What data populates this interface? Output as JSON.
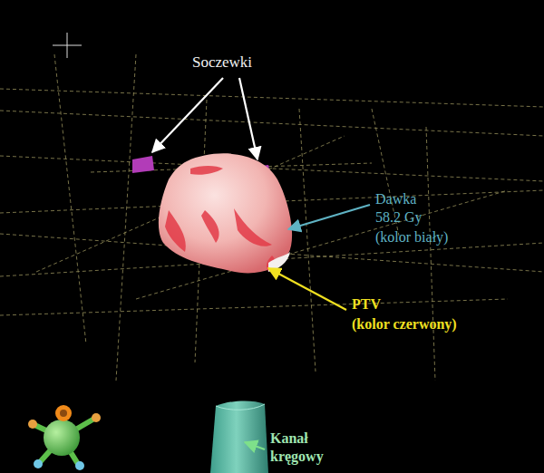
{
  "diagram": {
    "labels": [
      "Soczewki",
      "Dawka 58.2 Gy",
      "(kolor biały)",
      "PTV",
      "(kolor czerwony)",
      "Kanał kręgowy"
    ]
  }
}
